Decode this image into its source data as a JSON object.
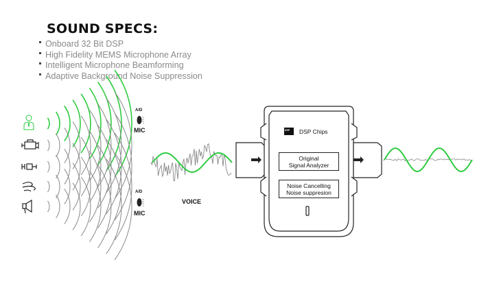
{
  "heading": "SOUND SPECS:",
  "specs": [
    "Onboard 32 Bit DSP",
    "High Fidelity MEMS Microphone Array",
    "Intelligent Microphone Beamforming",
    "Adaptive Background Noise Suppression"
  ],
  "mic_top": {
    "ad": "A/D",
    "label": "MIC"
  },
  "mic_bottom": {
    "ad": "A/D",
    "label": "MIC"
  },
  "voice_label": "VOICE",
  "dsp": {
    "chip_badge": "DSP",
    "chip_label": "DSP Chips",
    "analyzer_line1": "Original",
    "analyzer_line2": "Signal Analyzer",
    "noise_line1": "Noise Cancelling",
    "noise_line2": "Noise suppresion"
  },
  "colors": {
    "accent_green": "#2ecc40",
    "wave_gray": "#888888",
    "text_gray": "#8a8a8a"
  },
  "sources": [
    "person-icon",
    "engine-icon",
    "machine-icon",
    "wind-icon",
    "megaphone-icon"
  ]
}
